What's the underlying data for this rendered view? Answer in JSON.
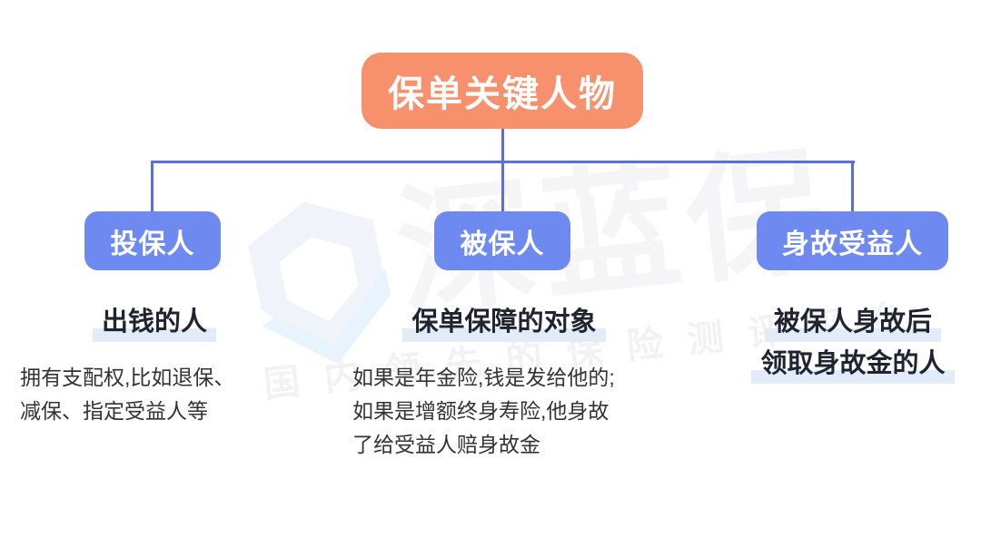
{
  "root": {
    "label": "保单关键人物"
  },
  "columns": [
    {
      "box_label": "投保人",
      "heading_lines": [
        "出钱的人"
      ],
      "body_lines": [
        "拥有支配权,比如退保、",
        "减保、指定受益人等"
      ]
    },
    {
      "box_label": "被保人",
      "heading_lines": [
        "保单保障的对象"
      ],
      "body_lines": [
        "如果是年金险,钱是发给他的;",
        "如果是增额终身寿险,他身故",
        "了给受益人赔身故金"
      ]
    },
    {
      "box_label": "身故受益人",
      "heading_lines": [
        "被保人身故后",
        "领取身故金的人"
      ],
      "body_lines": []
    }
  ],
  "watermark": {
    "brand": "深蓝保",
    "tagline": "国内领先的保险测评平台",
    "logo": "shield-check-icon"
  },
  "colors": {
    "root_box": "#F7906C",
    "node_box": "#6E89F0",
    "connector": "#5A6EE1",
    "highlight": "#E2ECF9",
    "heading_text": "#1F2430",
    "body_text": "#333333",
    "box_text": "#FFFFFF",
    "watermark": "#F5F5F7"
  }
}
